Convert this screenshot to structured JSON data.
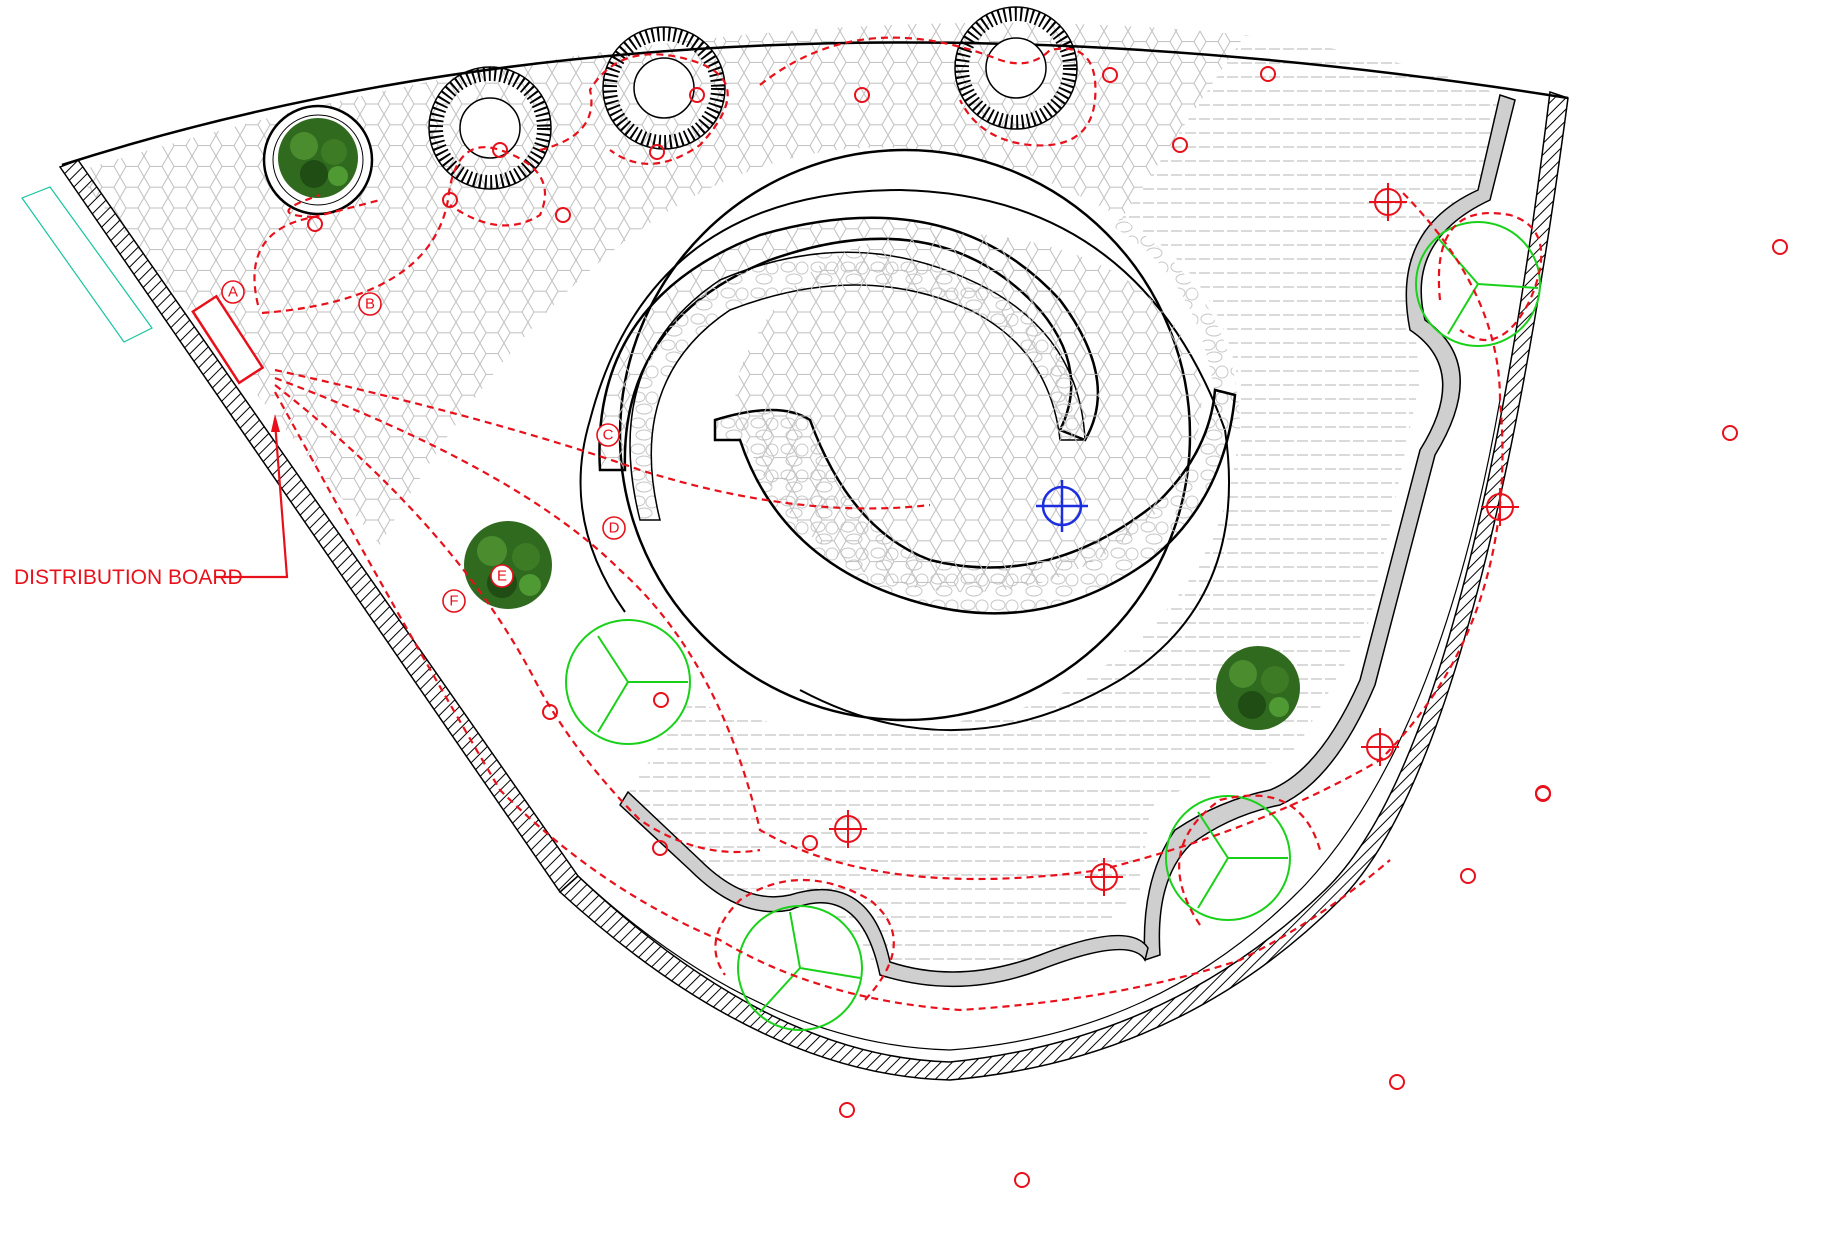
{
  "drawing": {
    "colors": {
      "background": "#ffffff",
      "linework": "#000000",
      "electrical": "#e8101a",
      "center_fixture": "#1d2ee0",
      "trees": "#19d119",
      "paving": "#d9d9d9",
      "shrubs": "#2e5e1e"
    },
    "distribution_board": {
      "label": "DISTRIBUTION BOARD"
    },
    "circuits": [
      {
        "id": "A",
        "label": "A"
      },
      {
        "id": "B",
        "label": "B"
      },
      {
        "id": "C",
        "label": "C"
      },
      {
        "id": "D",
        "label": "D"
      },
      {
        "id": "E",
        "label": "E"
      },
      {
        "id": "F",
        "label": "F"
      }
    ],
    "symbols": {
      "uplight": "uplight-icon",
      "ground_light": "ground-light-icon",
      "center_fixture": "center-fixture-icon",
      "tree": "tree-icon",
      "shrub": "shrub-icon",
      "tree_grate": "tree-grate-icon"
    }
  }
}
